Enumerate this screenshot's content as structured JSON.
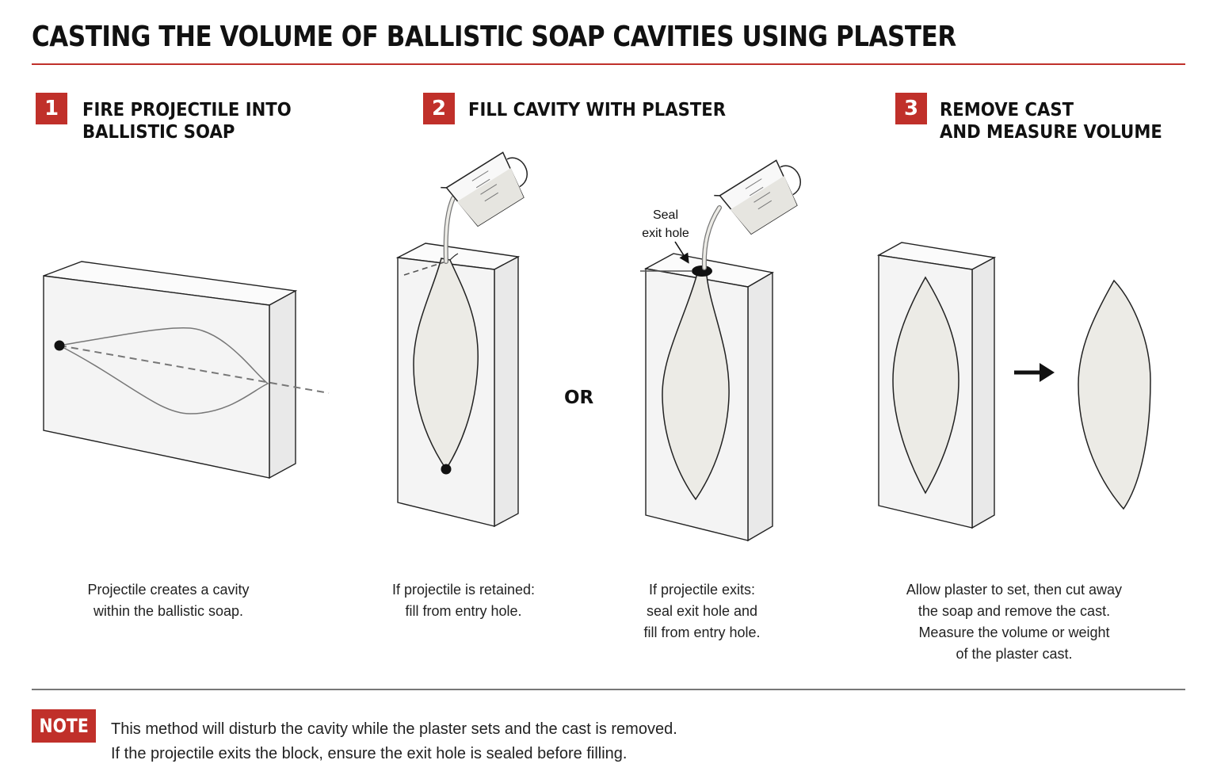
{
  "title": "CASTING THE VOLUME OF BALLISTIC SOAP CAVITIES USING PLASTER",
  "steps": [
    {
      "number": "1",
      "title_lines": [
        "FIRE PROJECTILE INTO",
        "BALLISTIC SOAP"
      ]
    },
    {
      "number": "2",
      "title_lines": [
        "FILL CAVITY WITH PLASTER"
      ]
    },
    {
      "number": "3",
      "title_lines": [
        "REMOVE CAST",
        "AND MEASURE VOLUME"
      ]
    }
  ],
  "captions": {
    "step1": [
      "Projectile creates a cavity",
      "within the ballistic soap."
    ],
    "step2a": [
      "If projectile is retained:",
      "fill from entry hole."
    ],
    "step2b": [
      "If projectile exits:",
      "seal exit hole and",
      "fill from entry hole."
    ],
    "step3": [
      "Allow plaster to set, then cut away",
      "the soap and remove the cast.",
      "Measure the volume or weight",
      "of the plaster cast."
    ]
  },
  "or_label": "OR",
  "seal_label": [
    "Seal",
    "exit hole"
  ],
  "note": {
    "badge": "NOTE",
    "lines": [
      "This method will disturb the cavity while the plaster sets and the cast is removed.",
      "If the projectile exits the block, ensure the exit hole is sealed before filling."
    ]
  },
  "colors": {
    "accent": "#c0302a",
    "soap_front": "#f4f4f4",
    "soap_side": "#e9e9e9",
    "soap_top": "#fbfbfb",
    "plaster": "#ecebe6"
  },
  "icons": [
    "measuring-cup-icon",
    "arrow-right-icon",
    "projectile-dot-icon"
  ]
}
